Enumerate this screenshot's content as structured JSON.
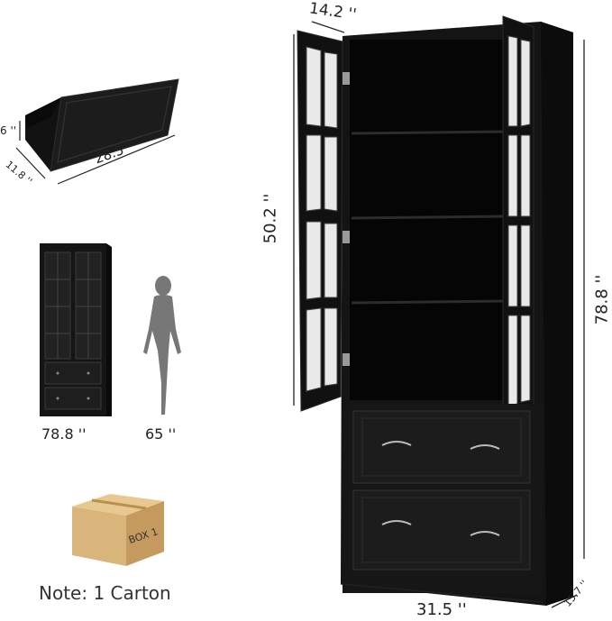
{
  "drawer_dims": {
    "height": "6 ''",
    "depth": "11.8 ''",
    "width": "28.5 ''"
  },
  "scale_comparison": {
    "cabinet_height": "78.8 ''",
    "person_height": "65 ''"
  },
  "package": {
    "box_label": "BOX 1",
    "note": "Note: 1 Carton"
  },
  "cabinet_dims": {
    "depth_top": "14.2 ''",
    "door_height": "50.2 ''",
    "total_height": "78.8 ''",
    "width": "31.5 ''",
    "depth_bottom": "15.7 ''"
  },
  "colors": {
    "cabinet": "#111111",
    "cabinet_edge": "#2a2a2a",
    "glass": "#f2f2f2",
    "box": "#d9b57c",
    "person": "#777777"
  }
}
